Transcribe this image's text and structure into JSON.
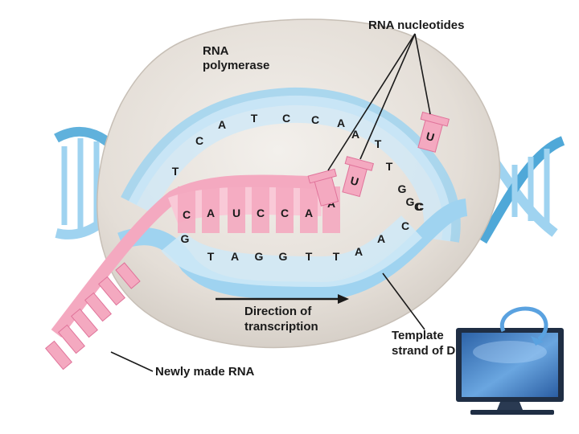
{
  "labels": {
    "polymerase_line1": "RNA",
    "polymerase_line2": "polymerase",
    "nucleotides": "RNA nucleotides",
    "direction_line1": "Direction of",
    "direction_line2": "transcription",
    "template_line1": "Template",
    "template_line2": "strand of D",
    "new_rna": "Newly made RNA"
  },
  "nontemplate_strand": [
    "T",
    "C",
    "A",
    "T",
    "C",
    "C",
    "A",
    "A",
    "T",
    "T",
    "G",
    "G",
    "C"
  ],
  "rna_strand": [
    "C",
    "A",
    "U",
    "C",
    "C",
    "A",
    "A"
  ],
  "template_strand": [
    "G",
    "T",
    "A",
    "G",
    "G",
    "T",
    "T",
    "A",
    "A",
    "C",
    "C"
  ],
  "free_nucleotides": [
    "U",
    "U"
  ],
  "colors": {
    "dna": "#9fd3f0",
    "dna_dark": "#4fa8d8",
    "rna": "#f4a9c0",
    "rna_dark": "#e0739a",
    "polymerase": "#e7e2dc",
    "monitor_frame": "#1f2e44",
    "monitor_screen": "#3f7fc8"
  },
  "icons": [
    "arrow-right-icon",
    "monitor-refresh-icon"
  ]
}
